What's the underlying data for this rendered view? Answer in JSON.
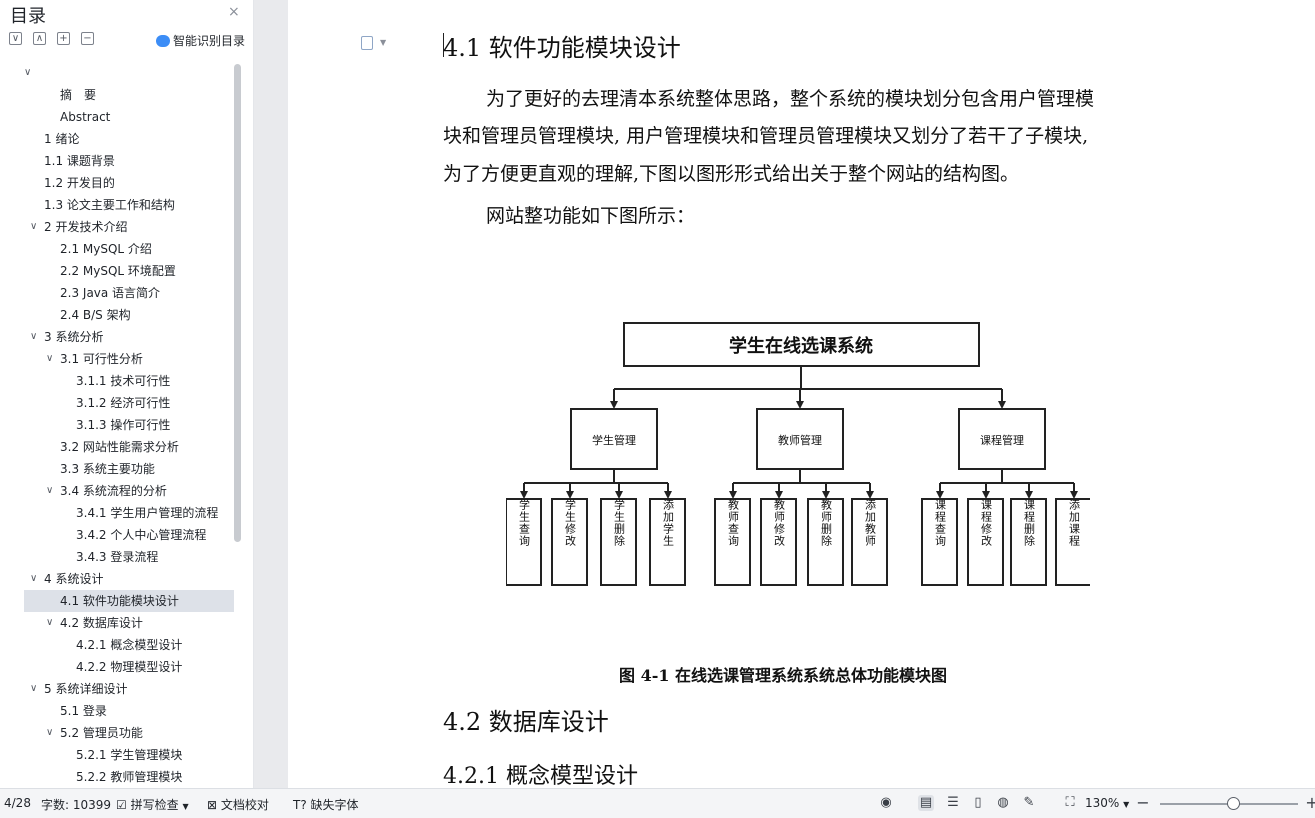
{
  "sidebar": {
    "title": "目录",
    "close_label": "×",
    "tools": [
      "∨",
      "∧",
      "+",
      "−"
    ],
    "smart_toc_label": "智能识别目录",
    "items": [
      {
        "label": "",
        "indent": 0,
        "chevron": "open"
      },
      {
        "label": "摘　要",
        "indent": 2,
        "chevron": ""
      },
      {
        "label": "Abstract",
        "indent": 2,
        "chevron": ""
      },
      {
        "label": "1 绪论",
        "indent": 1,
        "chevron": ""
      },
      {
        "label": "1.1 课题背景",
        "indent": 1,
        "chevron": ""
      },
      {
        "label": "1.2 开发目的",
        "indent": 1,
        "chevron": ""
      },
      {
        "label": "1.3  论文主要工作和结构",
        "indent": 1,
        "chevron": ""
      },
      {
        "label": "2 开发技术介绍",
        "indent": 1,
        "chevron": "open"
      },
      {
        "label": "2.1 MySQL 介绍",
        "indent": 2,
        "chevron": ""
      },
      {
        "label": "2.2 MySQL 环境配置",
        "indent": 2,
        "chevron": ""
      },
      {
        "label": "2.3 Java 语言简介",
        "indent": 2,
        "chevron": ""
      },
      {
        "label": "2.4 B/S 架构",
        "indent": 2,
        "chevron": ""
      },
      {
        "label": "3 系统分析",
        "indent": 1,
        "chevron": "open"
      },
      {
        "label": "3.1 可行性分析",
        "indent": 2,
        "chevron": "open"
      },
      {
        "label": "3.1.1 技术可行性",
        "indent": 3,
        "chevron": ""
      },
      {
        "label": "3.1.2 经济可行性",
        "indent": 3,
        "chevron": ""
      },
      {
        "label": "3.1.3 操作可行性",
        "indent": 3,
        "chevron": ""
      },
      {
        "label": "3.2 网站性能需求分析",
        "indent": 2,
        "chevron": ""
      },
      {
        "label": "3.3 系统主要功能",
        "indent": 2,
        "chevron": ""
      },
      {
        "label": "3.4 系统流程的分析",
        "indent": 2,
        "chevron": "open"
      },
      {
        "label": "3.4.1  学生用户管理的流程",
        "indent": 3,
        "chevron": ""
      },
      {
        "label": "3.4.2  个人中心管理流程",
        "indent": 3,
        "chevron": ""
      },
      {
        "label": "3.4.3  登录流程",
        "indent": 3,
        "chevron": ""
      },
      {
        "label": "4 系统设计",
        "indent": 1,
        "chevron": "open"
      },
      {
        "label": "4.1  软件功能模块设计",
        "indent": 2,
        "chevron": "",
        "active": true
      },
      {
        "label": "4.2  数据库设计",
        "indent": 2,
        "chevron": "open"
      },
      {
        "label": "4.2.1  概念模型设计",
        "indent": 3,
        "chevron": ""
      },
      {
        "label": "4.2.2  物理模型设计",
        "indent": 3,
        "chevron": ""
      },
      {
        "label": "5 系统详细设计",
        "indent": 1,
        "chevron": "open"
      },
      {
        "label": "5.1 登录",
        "indent": 2,
        "chevron": ""
      },
      {
        "label": "5.2 管理员功能",
        "indent": 2,
        "chevron": "open"
      },
      {
        "label": "5.2.1 学生管理模块",
        "indent": 3,
        "chevron": ""
      },
      {
        "label": "5.2.2 教师管理模块",
        "indent": 3,
        "chevron": ""
      }
    ]
  },
  "document": {
    "heading_41": "4.1  软件功能模块设计",
    "para_lines": [
      "为了更好的去理清本系统整体思路，整个系统的模块划分包含用户管理模",
      "块和管理员管理模块, 用户管理模块和管理员管理模块又划分了若干了子模块,",
      "为了方便更直观的理解,下图以图形形式给出关于整个网站的结构图。"
    ],
    "para2": "网站整功能如下图所示：",
    "diagram": {
      "root": "学生在线选课系统",
      "groups": [
        {
          "label": "学生管理",
          "children": [
            "学生查询",
            "学生修改",
            "学生删除",
            "添加学生"
          ]
        },
        {
          "label": "教师管理",
          "children": [
            "教师查询",
            "教师修改",
            "教师删除",
            "添加教师"
          ]
        },
        {
          "label": "课程管理",
          "children": [
            "课程查询",
            "课程修改",
            "课程删除",
            "添加课程"
          ]
        }
      ]
    },
    "caption": "图  4-1  在线选课管理系统系统总体功能模块图",
    "heading_42": "4.2  数据库设计",
    "heading_421": "4.2.1  概念模型设计"
  },
  "statusbar": {
    "page": "4/28",
    "wordcount": "字数: 10399",
    "spellcheck": "拼写检查",
    "doc_proof": "文档校对",
    "missing_font": "缺失字体",
    "zoom": "130%"
  },
  "colors": {
    "accent": "#3c8df6",
    "active_row": "#dde1e8"
  }
}
